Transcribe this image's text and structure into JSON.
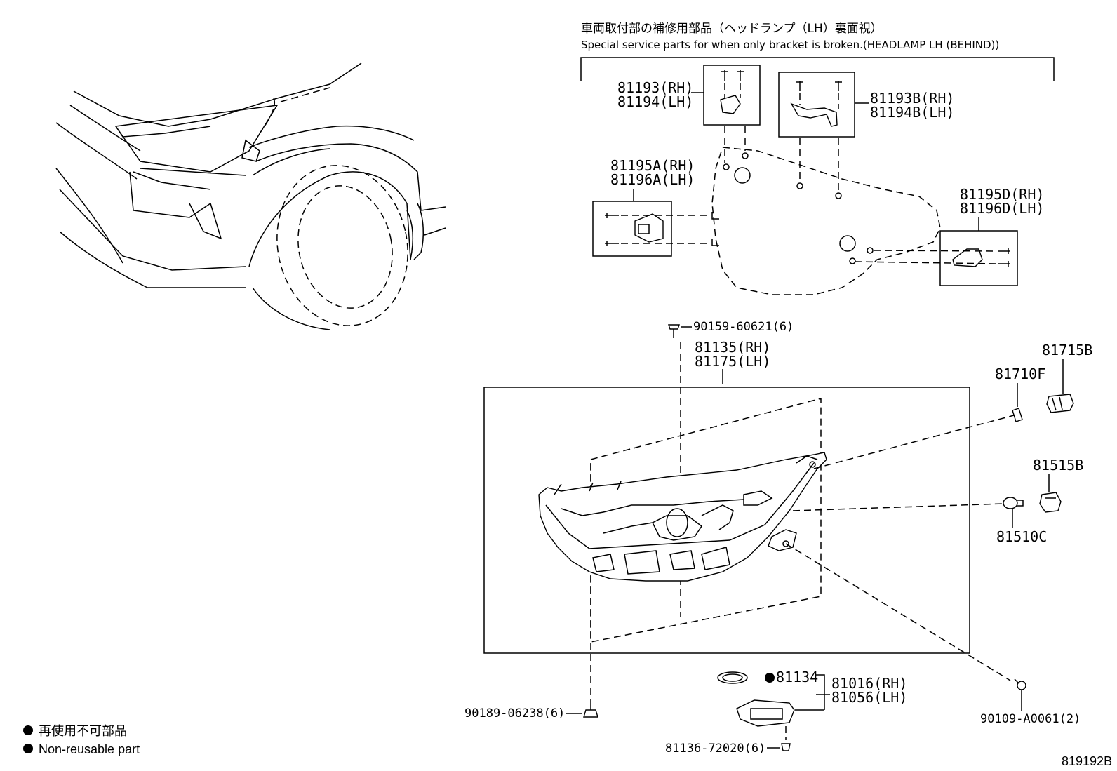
{
  "callout_header": {
    "jp": "車両取付部の補修用部品（ヘッドランプ（LH）裏面視）",
    "en": "Special service parts for when only bracket is broken.(HEADLAMP LH (BEHIND))"
  },
  "parts": {
    "bracket_upper_inner": [
      "81193(RH)",
      "81194(LH)"
    ],
    "bracket_upper_outer": [
      "81193B(RH)",
      "81194B(LH)"
    ],
    "bracket_side_inner": [
      "81195A(RH)",
      "81196A(LH)"
    ],
    "bracket_side_outer": [
      "81195D(RH)",
      "81196D(LH)"
    ],
    "screw_top": "90159-60621(6)",
    "headlamp_unit": [
      "81135(RH)",
      "81175(LH)"
    ],
    "bulb_81710f": "81710F",
    "socket_81715b": "81715B",
    "socket_81515b": "81515B",
    "bulb_81510c": "81510C",
    "nut_bottom_left": "90189-06238(6)",
    "gasket": "81134",
    "computer_unit": [
      "81016(RH)",
      "81056(LH)"
    ],
    "screw_computer": "81136-72020(6)",
    "screw_right": "90109-A0061(2)"
  },
  "legend": {
    "jp": "再使用不可部品",
    "en": "Non-reusable part"
  },
  "figure_number": "819192B"
}
